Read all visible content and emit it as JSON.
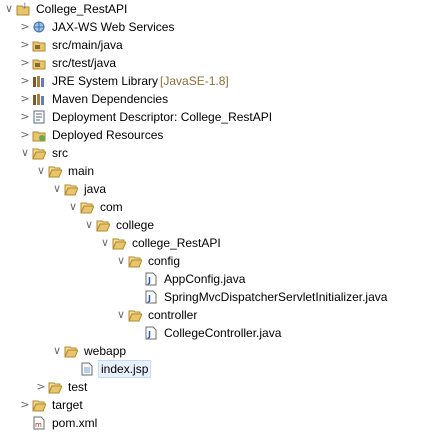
{
  "tree": [
    {
      "label": "College_RestAPI",
      "depth": 0,
      "arrow": "open",
      "icon": "project-icon"
    },
    {
      "label": "JAX-WS Web Services",
      "depth": 1,
      "arrow": "closed",
      "icon": "webservices-icon"
    },
    {
      "label": "src/main/java",
      "depth": 1,
      "arrow": "closed",
      "icon": "source-folder-icon"
    },
    {
      "label": "src/test/java",
      "depth": 1,
      "arrow": "closed",
      "icon": "source-folder-icon"
    },
    {
      "label": "JRE System Library",
      "decoration": "[JavaSE-1.8]",
      "depth": 1,
      "arrow": "closed",
      "icon": "library-icon"
    },
    {
      "label": "Maven Dependencies",
      "depth": 1,
      "arrow": "closed",
      "icon": "library-icon"
    },
    {
      "label": "Deployment Descriptor: College_RestAPI",
      "depth": 1,
      "arrow": "closed",
      "icon": "deployment-descriptor-icon"
    },
    {
      "label": "Deployed Resources",
      "depth": 1,
      "arrow": "closed",
      "icon": "deployed-resources-icon"
    },
    {
      "label": "src",
      "depth": 1,
      "arrow": "open",
      "icon": "folder-open-icon"
    },
    {
      "label": "main",
      "depth": 2,
      "arrow": "open",
      "icon": "folder-open-icon"
    },
    {
      "label": "java",
      "depth": 3,
      "arrow": "open",
      "icon": "folder-open-icon"
    },
    {
      "label": "com",
      "depth": 4,
      "arrow": "open",
      "icon": "folder-open-icon"
    },
    {
      "label": "college",
      "depth": 5,
      "arrow": "open",
      "icon": "folder-open-icon"
    },
    {
      "label": "college_RestAPI",
      "depth": 6,
      "arrow": "open",
      "icon": "folder-open-icon"
    },
    {
      "label": "config",
      "depth": 7,
      "arrow": "open",
      "icon": "folder-open-icon"
    },
    {
      "label": "AppConfig.java",
      "depth": 8,
      "arrow": "none",
      "icon": "java-file-icon"
    },
    {
      "label": "SpringMvcDispatcherServletInitializer.java",
      "depth": 8,
      "arrow": "none",
      "icon": "java-file-icon"
    },
    {
      "label": "controller",
      "depth": 7,
      "arrow": "open",
      "icon": "folder-open-icon"
    },
    {
      "label": "CollegeController.java",
      "depth": 8,
      "arrow": "none",
      "icon": "java-file-icon"
    },
    {
      "label": "webapp",
      "depth": 3,
      "arrow": "open",
      "icon": "folder-open-icon"
    },
    {
      "label": "index.jsp",
      "depth": 4,
      "arrow": "none",
      "icon": "jsp-file-icon",
      "selected": true
    },
    {
      "label": "test",
      "depth": 2,
      "arrow": "closed",
      "icon": "folder-open-icon"
    },
    {
      "label": "target",
      "depth": 1,
      "arrow": "closed",
      "icon": "folder-open-icon"
    },
    {
      "label": "pom.xml",
      "depth": 1,
      "arrow": "none",
      "icon": "xml-file-icon"
    }
  ],
  "colors": {
    "arrow": "#6b6b6b",
    "folder": "#e8c46a",
    "folder_edge": "#b28a2c",
    "selection": "#e8f1fb",
    "decoration": "#8b6f3a"
  }
}
